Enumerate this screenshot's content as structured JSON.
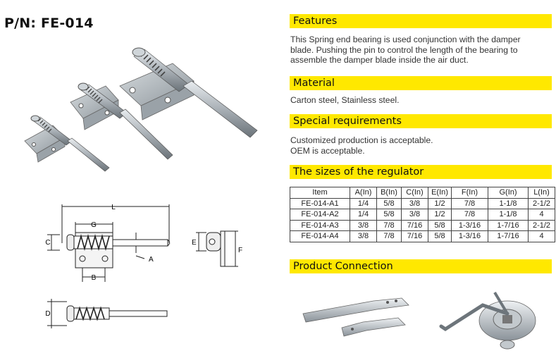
{
  "part_number": "P/N: FE-014",
  "sections": {
    "features": {
      "title": "Features",
      "lines": [
        "This Spring end bearing is used conjunction with the damper",
        "blade. Pushing the pin to control the length of the bearing to",
        "assemble the damper blade inside the air duct."
      ]
    },
    "material": {
      "title": "Material",
      "text": "Carton steel, Stainless steel."
    },
    "special": {
      "title": "Special requirements",
      "lines": [
        "Customized production is acceptable.",
        "OEM is acceptable."
      ]
    },
    "sizes": {
      "title": "The sizes of the regulator"
    },
    "product": {
      "title": "Product Connection"
    }
  },
  "table": {
    "headers": [
      "Item",
      "A(In)",
      "B(In)",
      "C(In)",
      "E(In)",
      "F(In)",
      "G(In)",
      "L(In)"
    ],
    "rows": [
      [
        "FE-014-A1",
        "1/4",
        "5/8",
        "3/8",
        "1/2",
        "7/8",
        "1-1/8",
        "2-1/2"
      ],
      [
        "FE-014-A2",
        "1/4",
        "5/8",
        "3/8",
        "1/2",
        "7/8",
        "1-1/8",
        "4"
      ],
      [
        "FE-014-A3",
        "3/8",
        "7/8",
        "7/16",
        "5/8",
        "1-3/16",
        "1-7/16",
        "2-1/2"
      ],
      [
        "FE-014-A4",
        "3/8",
        "7/8",
        "7/16",
        "5/8",
        "1-3/16",
        "1-7/16",
        "4"
      ]
    ]
  },
  "drawing_labels": {
    "L": "L",
    "G": "G",
    "C": "C",
    "A": "A",
    "B": "B",
    "E": "E",
    "F": "F",
    "D": "D"
  },
  "colors": {
    "header_bg": "#ffe800",
    "text": "#333333"
  }
}
